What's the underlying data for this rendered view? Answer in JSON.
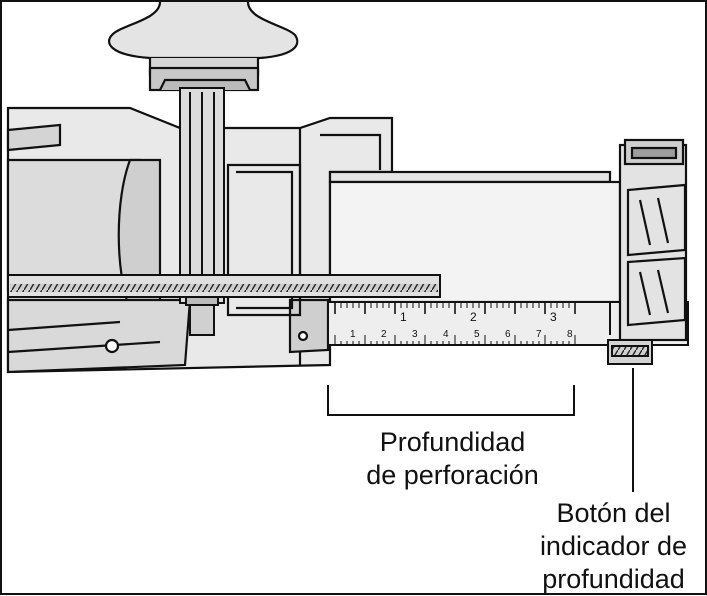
{
  "labels": {
    "drilling_depth": [
      "Profundidad",
      "de perforación"
    ],
    "depth_gauge_button": [
      "Botón del",
      "indicador de",
      "profundidad"
    ]
  },
  "scale": {
    "major_ticks": [
      "1",
      "2",
      "3"
    ],
    "minor_ticks": [
      "1",
      "2",
      "3",
      "4",
      "5",
      "6",
      "7",
      "8"
    ]
  },
  "colors": {
    "stroke": "#111111",
    "fill_light": "#ececec",
    "fill_mid": "#d9d9d9",
    "fill_dark": "#bdbdbd",
    "background": "#ffffff"
  }
}
